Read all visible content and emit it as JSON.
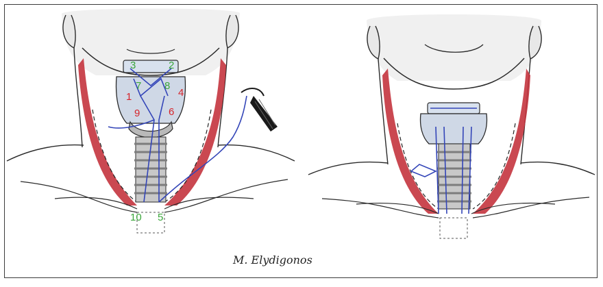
{
  "figure": {
    "signature": "M. Elydigonos",
    "colors": {
      "muscle": "#c4343e",
      "suture": "#3345b8",
      "red_label": "#d6242a",
      "green_label": "#3aa63a",
      "outline": "#2a2a2a",
      "cartilage": "#cfd8e6",
      "trachea_ring": "#9a9a9a"
    },
    "left_panel": {
      "red_labels": [
        "1",
        "9",
        "6",
        "4"
      ],
      "green_labels": [
        "3",
        "7",
        "2",
        "8",
        "10",
        "5"
      ]
    }
  }
}
